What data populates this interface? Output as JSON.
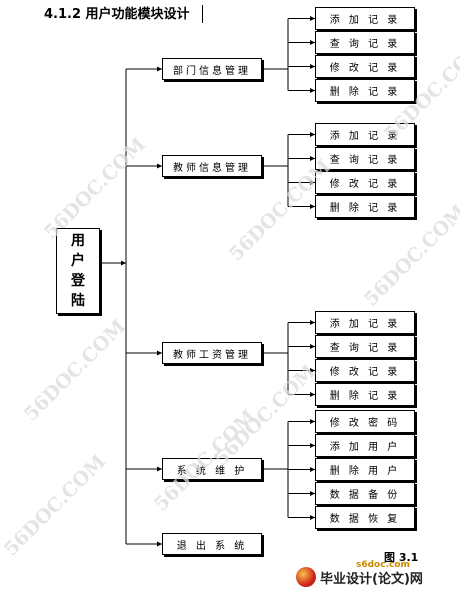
{
  "heading": "4.1.2 用户功能模块设计",
  "root": {
    "chars": [
      "用",
      "户",
      "登",
      "陆"
    ]
  },
  "modules": [
    {
      "label": "部门信息管理",
      "children": [
        "添 加 记 录",
        "查 询 记 录",
        "修 改 记 录",
        "删 除 记 录"
      ]
    },
    {
      "label": "教师信息管理",
      "children": [
        "添 加 记 录",
        "查 询 记 录",
        "修 改 记 录",
        "删 除 记 录"
      ]
    },
    {
      "label": "教师工资管理",
      "children": [
        "添 加 记 录",
        "查 询 记 录",
        "修 改 记 录",
        "删 除 记 录"
      ]
    },
    {
      "label": "系 统 维 护",
      "children": [
        "修 改 密 码",
        "添 加 用 户",
        "删 除 用 户",
        "数 据 备 份",
        "数 据 恢 复"
      ]
    },
    {
      "label": "退 出 系 统",
      "children": []
    }
  ],
  "caption": "图 3.1",
  "watermark": "56DOC.COM",
  "footer": {
    "url": "s6doc.com",
    "text": "毕业设计(论文)网"
  }
}
